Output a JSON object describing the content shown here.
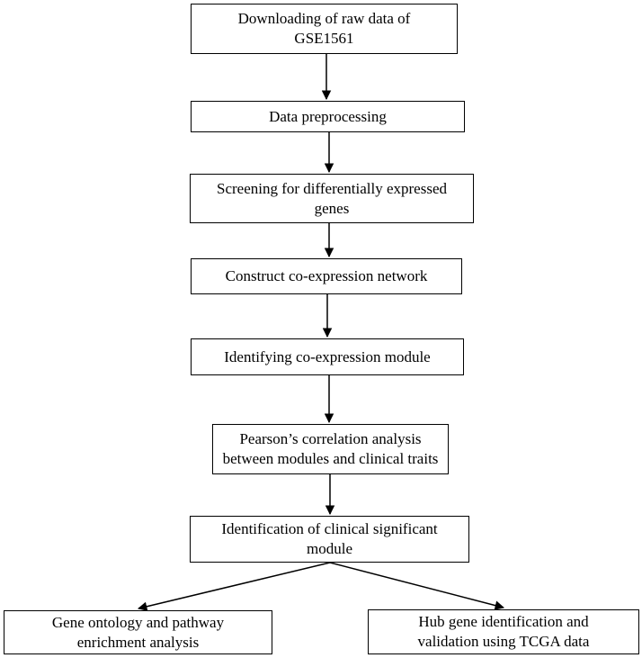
{
  "flowchart": {
    "steps": [
      {
        "id": "download",
        "lines": [
          "Downloading of raw data of",
          "GSE1561"
        ]
      },
      {
        "id": "preprocess",
        "lines": [
          "Data preprocessing"
        ]
      },
      {
        "id": "screening",
        "lines": [
          "Screening for differentially expressed",
          "genes"
        ]
      },
      {
        "id": "construct",
        "lines": [
          "Construct co-expression network"
        ]
      },
      {
        "id": "identify",
        "lines": [
          "Identifying co-expression module"
        ]
      },
      {
        "id": "pearson",
        "lines": [
          "Pearson’s correlation analysis",
          "between modules and clinical traits"
        ]
      },
      {
        "id": "clinical",
        "lines": [
          "Identification of clinical significant",
          "module"
        ]
      }
    ],
    "outcomes": [
      {
        "id": "go",
        "lines": [
          "Gene ontology and pathway",
          "enrichment analysis"
        ]
      },
      {
        "id": "hub",
        "lines": [
          "Hub gene identification and",
          "validation using TCGA data"
        ]
      }
    ],
    "colors": {
      "border": "#000000",
      "background": "#ffffff",
      "arrow": "#000000"
    }
  }
}
